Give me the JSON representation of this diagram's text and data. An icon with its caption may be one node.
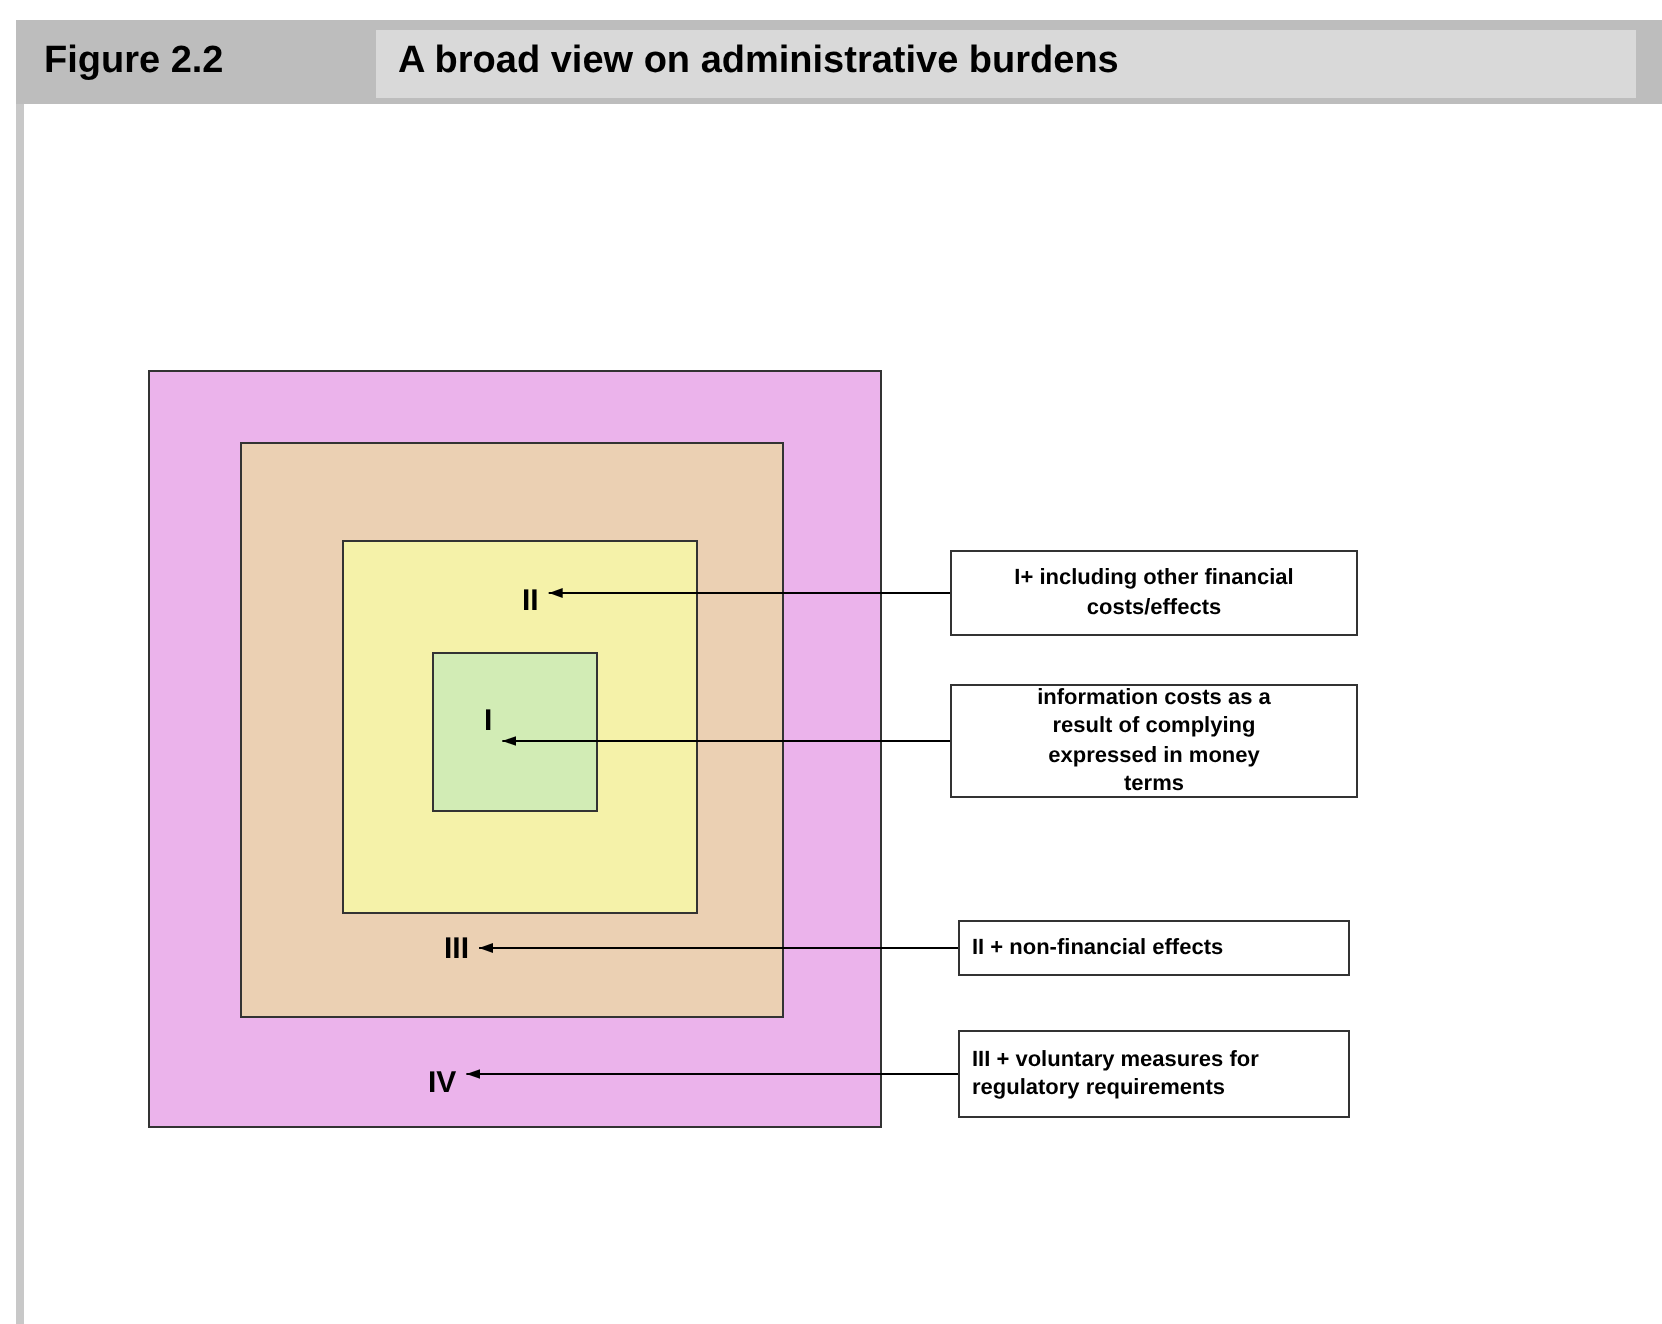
{
  "diagram": {
    "title": "A broad view on administrative burdens",
    "nodes": [
      {
        "text": [
          "IV"
        ]
      },
      {
        "text": [
          "III"
        ],
        "in": 0
      },
      {
        "text": [
          "II"
        ],
        "in": 1
      },
      {
        "text": [
          "I"
        ],
        "in": 2
      },
      {
        "text": [
          "I+ including other financial costs/effects"
        ]
      },
      {
        "text": [
          "information costs as a result of complying expressed in money terms"
        ]
      },
      {
        "text": [
          "II + non-financial effects"
        ]
      },
      {
        "text": [
          "III + voluntary measures for regulatory requirements"
        ]
      }
    ],
    "edges": [
      {
        "from": 4,
        "to": 2,
        "arrow": "to"
      },
      {
        "from": 5,
        "to": 3,
        "arrow": "to"
      },
      {
        "from": 6,
        "to": 1,
        "arrow": "to"
      },
      {
        "from": 7,
        "to": 0,
        "arrow": "to"
      }
    ],
    "labels": [
      "Figure 2.2"
    ]
  }
}
